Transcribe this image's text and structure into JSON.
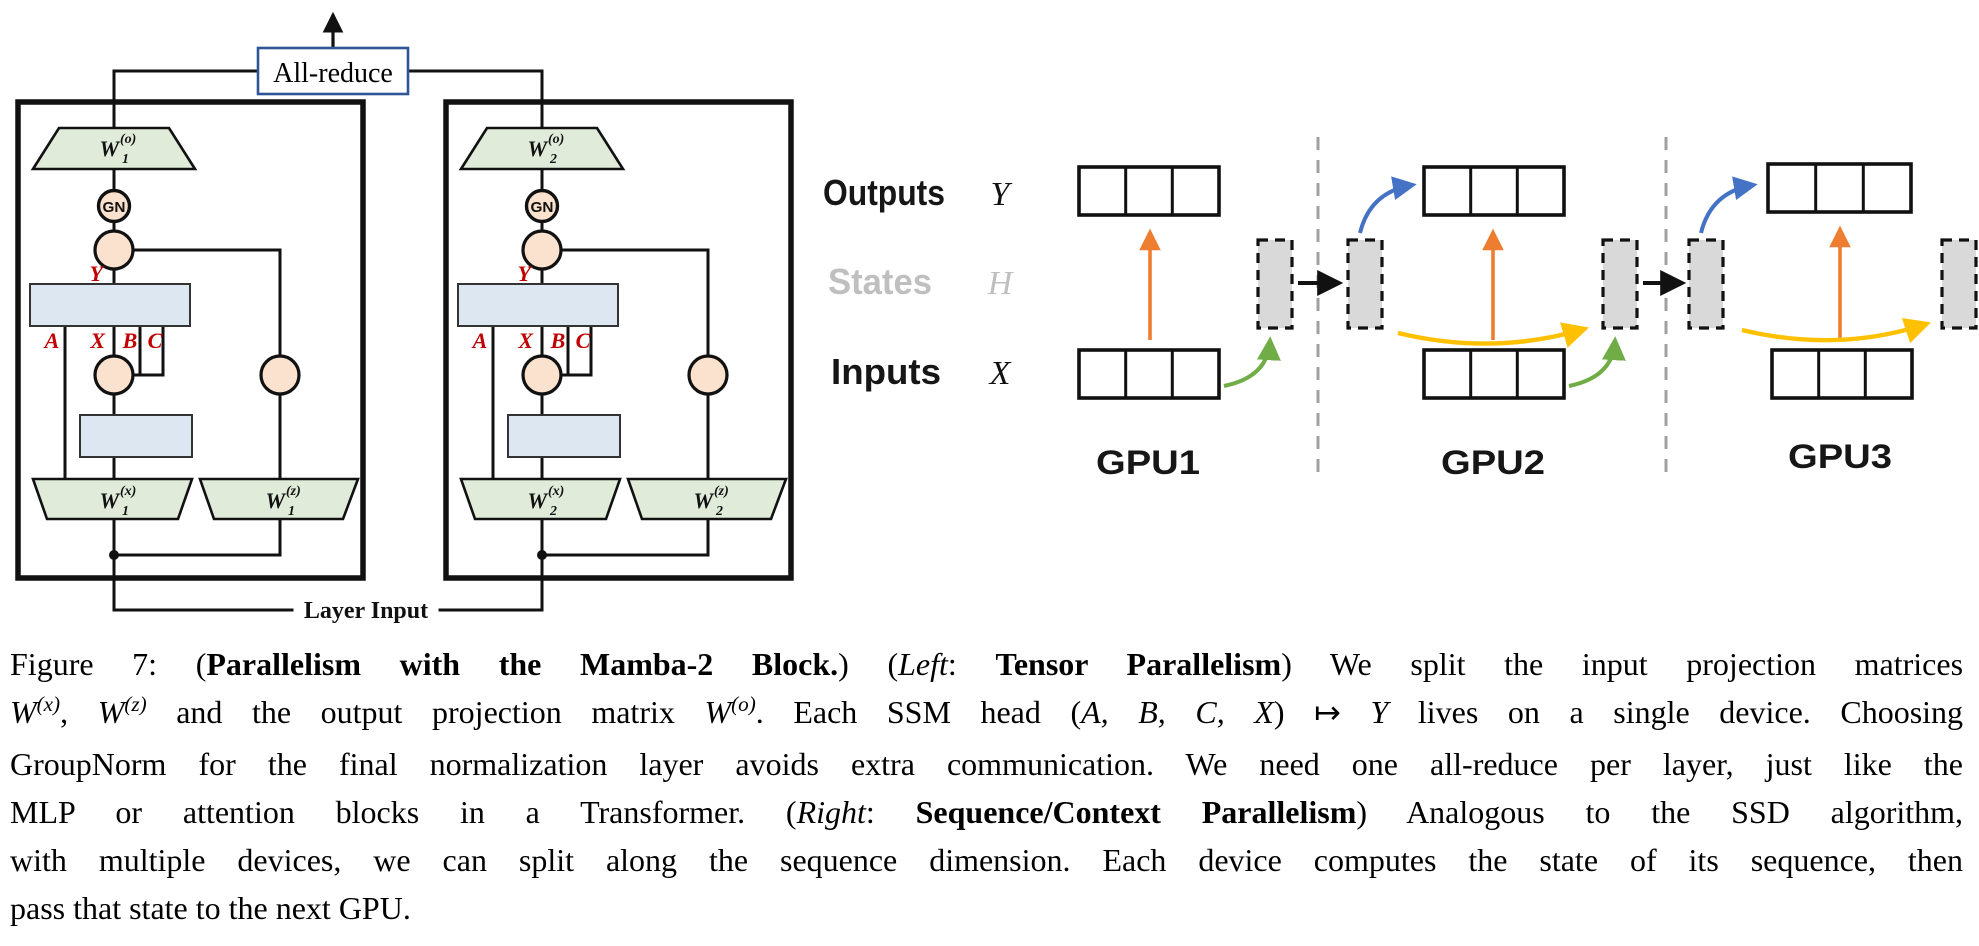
{
  "figure": {
    "left": {
      "all_reduce_label": "All-reduce",
      "layer_input_label": "Layer Input",
      "blocks": [
        {
          "w_o": {
            "base": "W",
            "sub": "1",
            "sup": "(o)"
          },
          "w_x": {
            "base": "W",
            "sub": "1",
            "sup": "(x)"
          },
          "w_z": {
            "base": "W",
            "sub": "1",
            "sup": "(z)"
          },
          "gn_label": "GN",
          "y_label": "Y",
          "a_label": "A",
          "x_label": "X",
          "b_label": "B",
          "c_label": "C"
        },
        {
          "w_o": {
            "base": "W",
            "sub": "2",
            "sup": "(o)"
          },
          "w_x": {
            "base": "W",
            "sub": "2",
            "sup": "(x)"
          },
          "w_z": {
            "base": "W",
            "sub": "2",
            "sup": "(z)"
          },
          "gn_label": "GN",
          "y_label": "Y",
          "a_label": "A",
          "x_label": "X",
          "b_label": "B",
          "c_label": "C"
        }
      ]
    },
    "right": {
      "row_labels": [
        {
          "label": "Outputs",
          "variable": "Y"
        },
        {
          "label": "States",
          "variable": "H"
        },
        {
          "label": "Inputs",
          "variable": "X"
        }
      ],
      "gpu_labels": [
        "GPU1",
        "GPU2",
        "GPU3"
      ]
    },
    "colors": {
      "trapezoid_fill": "#E0EBDA",
      "matrix_fill": "#DCE7F2",
      "gate_fill": "#FBE2CE",
      "state_fill": "#D9D9D9",
      "red_label": "#C00000",
      "allreduce_border": "#2E5596",
      "arrow_orange": "#ED7D31",
      "arrow_yellow": "#FFC000",
      "arrow_green": "#70AD47",
      "arrow_blue": "#4472C4",
      "states_gray": "#BFBFBF"
    }
  },
  "caption": {
    "lines": [
      [
        {
          "t": "Figure 7: (",
          "s": "n"
        },
        {
          "t": "Parallelism with the Mamba-2 Block.",
          "s": "b"
        },
        {
          "t": ") (",
          "s": "n"
        },
        {
          "t": "Left",
          "s": "i"
        },
        {
          "t": ": ",
          "s": "n"
        },
        {
          "t": "Tensor Parallelism",
          "s": "b"
        },
        {
          "t": ") We split the input projection matrices",
          "s": "n"
        }
      ],
      [
        {
          "t": "W",
          "s": "i"
        },
        {
          "t": "(x)",
          "s": "sup"
        },
        {
          "t": ", ",
          "s": "n"
        },
        {
          "t": "W",
          "s": "i"
        },
        {
          "t": "(z)",
          "s": "sup"
        },
        {
          "t": " and the output projection matrix ",
          "s": "n"
        },
        {
          "t": "W",
          "s": "i"
        },
        {
          "t": "(o)",
          "s": "sup"
        },
        {
          "t": ". Each SSM head (",
          "s": "n"
        },
        {
          "t": "A, B, C, X",
          "s": "i"
        },
        {
          "t": ") ↦ ",
          "s": "n"
        },
        {
          "t": "Y",
          "s": "i"
        },
        {
          "t": " lives on a single device. Choosing",
          "s": "n"
        }
      ],
      [
        {
          "t": "GroupNorm for the final normalization layer avoids extra communication. We need one all-reduce per layer, just like the",
          "s": "n"
        }
      ],
      [
        {
          "t": "MLP or attention blocks in a Transformer. (",
          "s": "n"
        },
        {
          "t": "Right",
          "s": "i"
        },
        {
          "t": ": ",
          "s": "n"
        },
        {
          "t": "Sequence/Context Parallelism",
          "s": "b"
        },
        {
          "t": ") Analogous to the SSD algorithm,",
          "s": "n"
        }
      ],
      [
        {
          "t": "with multiple devices, we can split along the sequence dimension. Each device computes the state of its sequence, then",
          "s": "n"
        }
      ],
      [
        {
          "t": "pass that state to the next GPU.",
          "s": "n"
        }
      ]
    ]
  }
}
